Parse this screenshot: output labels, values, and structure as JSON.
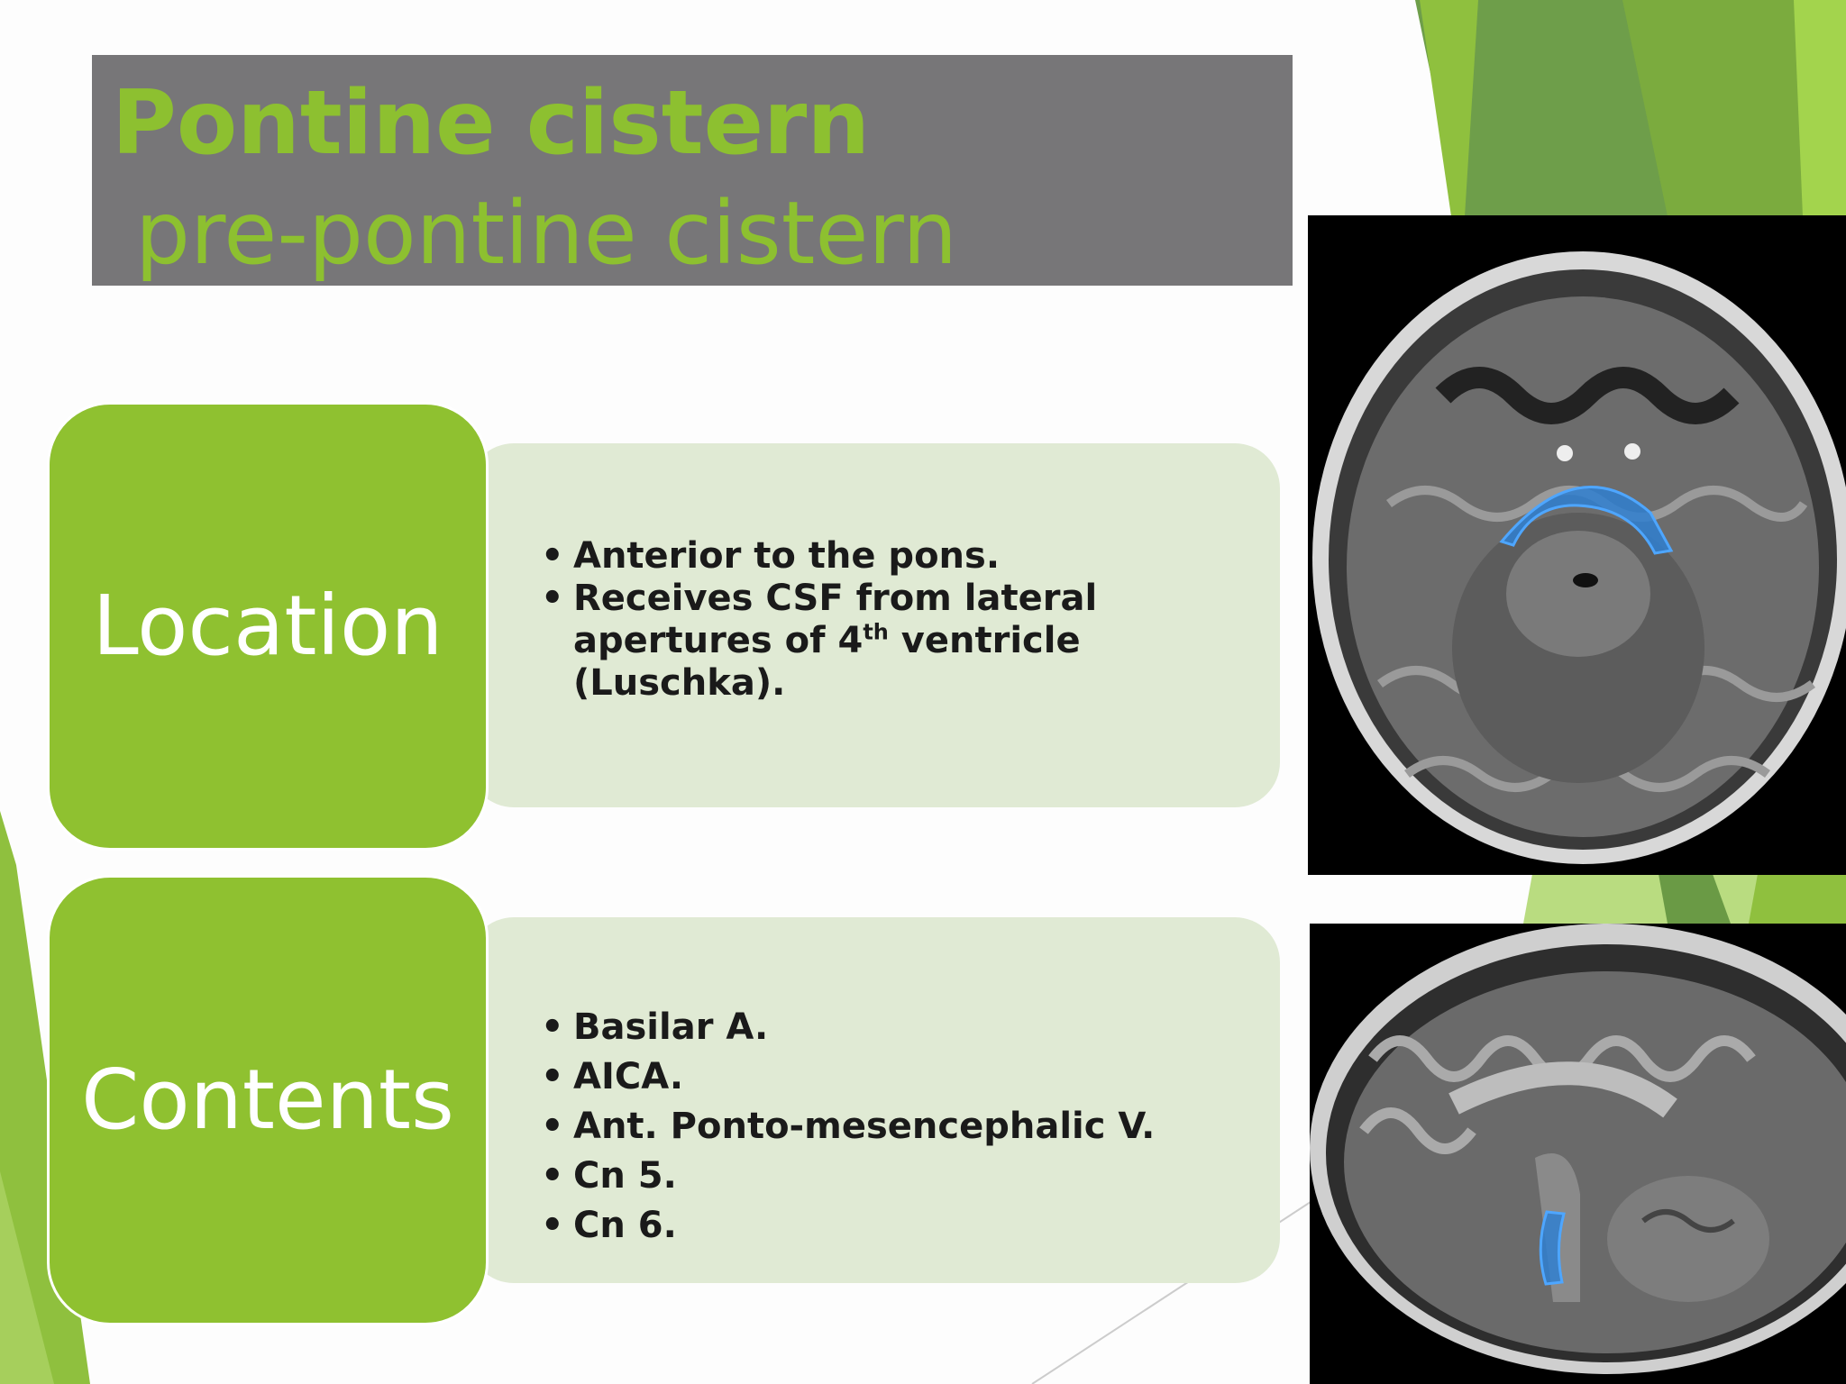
{
  "slide": {
    "title_line1": "Pontine cistern",
    "title_line2": "pre-pontine cistern"
  },
  "location": {
    "label": "Location",
    "items": [
      {
        "bullet": "•",
        "text": "Anterior to the pons."
      },
      {
        "bullet": "•",
        "line1": "Receives CSF from lateral",
        "line2_pre": "apertures of 4",
        "sup": "th",
        "line2_post": " ventricle",
        "line3": "(Luschka)."
      }
    ]
  },
  "contents": {
    "label": "Contents",
    "items": [
      {
        "bullet": "•",
        "text": "Basilar A."
      },
      {
        "bullet": "•",
        "text": "AICA."
      },
      {
        "bullet": "•",
        "text": "Ant. Ponto-mesencephalic V."
      },
      {
        "bullet": "•",
        "text": "Cn 5."
      },
      {
        "bullet": "•",
        "text": "Cn 6."
      }
    ]
  },
  "colors": {
    "accent_green": "#8fc130",
    "title_bar": "#777678",
    "panel_bg": "#e0ead4",
    "highlight_blue": "#2f7fd0"
  }
}
